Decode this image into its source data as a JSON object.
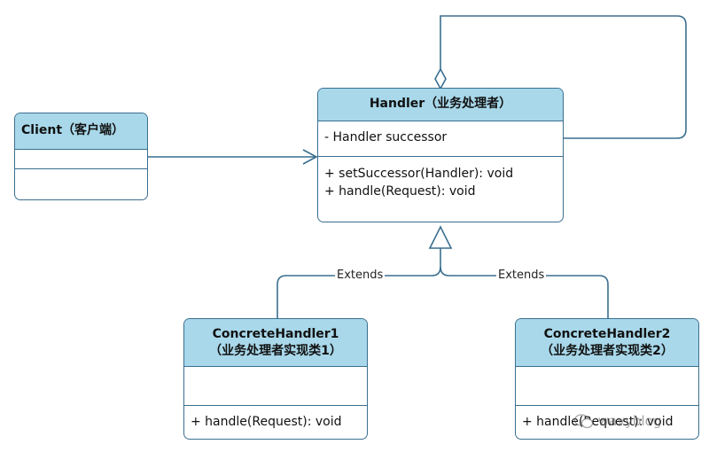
{
  "classes": {
    "handler": {
      "name": "Handler（业务处理者）",
      "attributes": [
        "- Handler successor"
      ],
      "methods": [
        "+ setSuccessor(Handler): void",
        "+ handle(Request): void"
      ]
    },
    "client": {
      "name": "Client（客户端）"
    },
    "concrete1": {
      "name_line1": "ConcreteHandler1",
      "name_line2": "（业务处理者实现类1）",
      "methods": [
        "+ handle(Request): void"
      ]
    },
    "concrete2": {
      "name_line1": "ConcreteHandler2",
      "name_line2": "（业务处理者实现类2）",
      "methods": [
        "+ handle(Request): void"
      ]
    }
  },
  "edges": {
    "extends_left": "Extends",
    "extends_right": "Extends"
  },
  "watermark": "wavyblog",
  "colors": {
    "header_fill": "#a8d8ea",
    "stroke": "#3a6f8f"
  }
}
